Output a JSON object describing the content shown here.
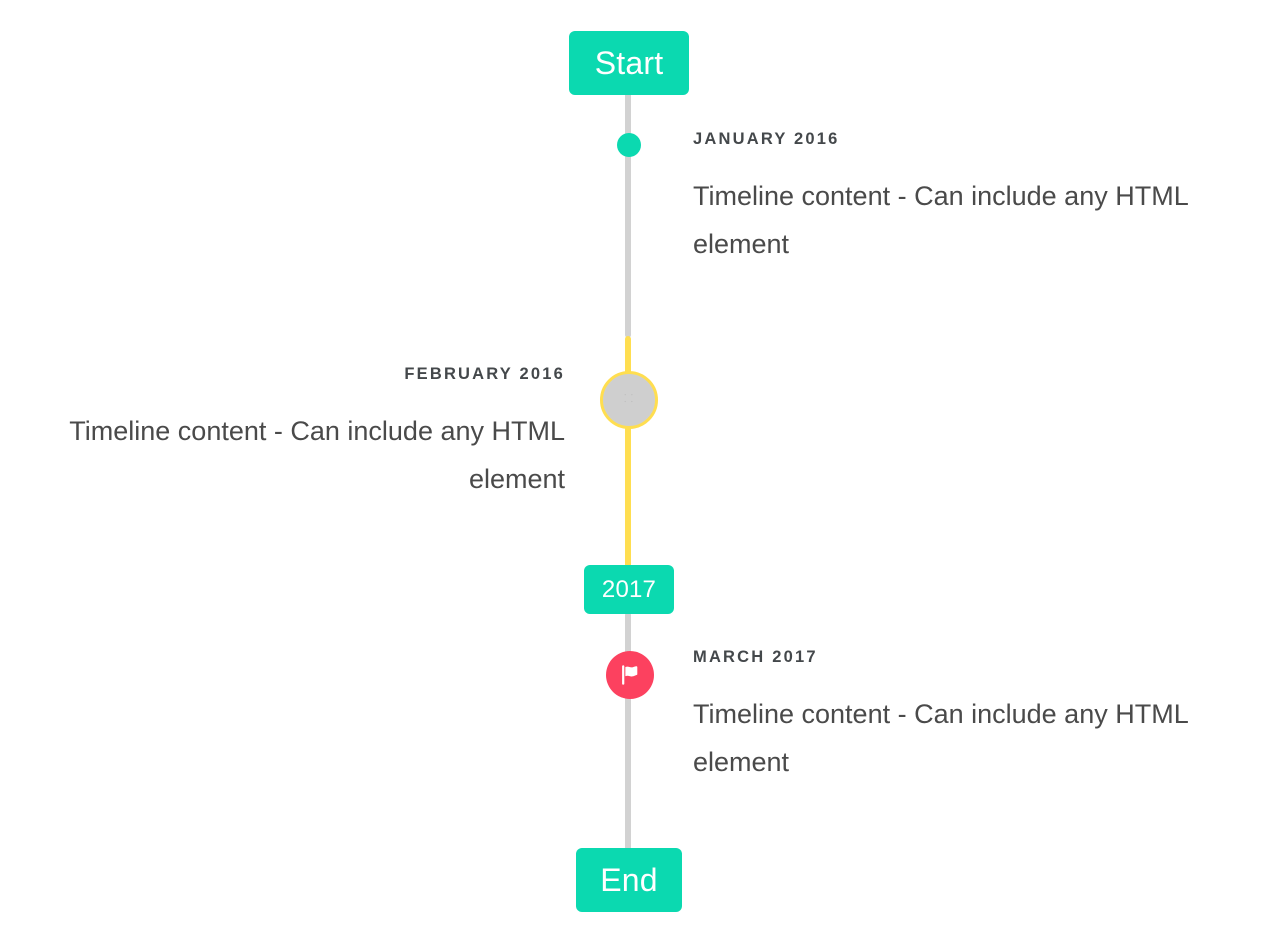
{
  "timeline": {
    "start_label": "Start",
    "end_label": "End",
    "year_marker_label": "2017",
    "colors": {
      "accent_teal": "#0BD9B0",
      "accent_yellow": "#FFDE50",
      "accent_pink": "#FC415F",
      "rail_gray": "#D2D2D2",
      "marker_gray": "#CFCFCF",
      "text": "#4A4A4A",
      "date_text": "#44484B"
    },
    "entries": [
      {
        "date": "JANUARY 2016",
        "body": "Timeline content - Can include any HTML element",
        "side": "right",
        "marker": "dot-icon"
      },
      {
        "date": "FEBRUARY 2016",
        "body": "Timeline content - Can include any HTML element",
        "side": "left",
        "marker": "placeholder-glyph-icon",
        "marker_glyph": "⸬"
      },
      {
        "date": "MARCH 2017",
        "body": "Timeline content - Can include any HTML element",
        "side": "right",
        "marker": "flag-icon"
      }
    ]
  }
}
